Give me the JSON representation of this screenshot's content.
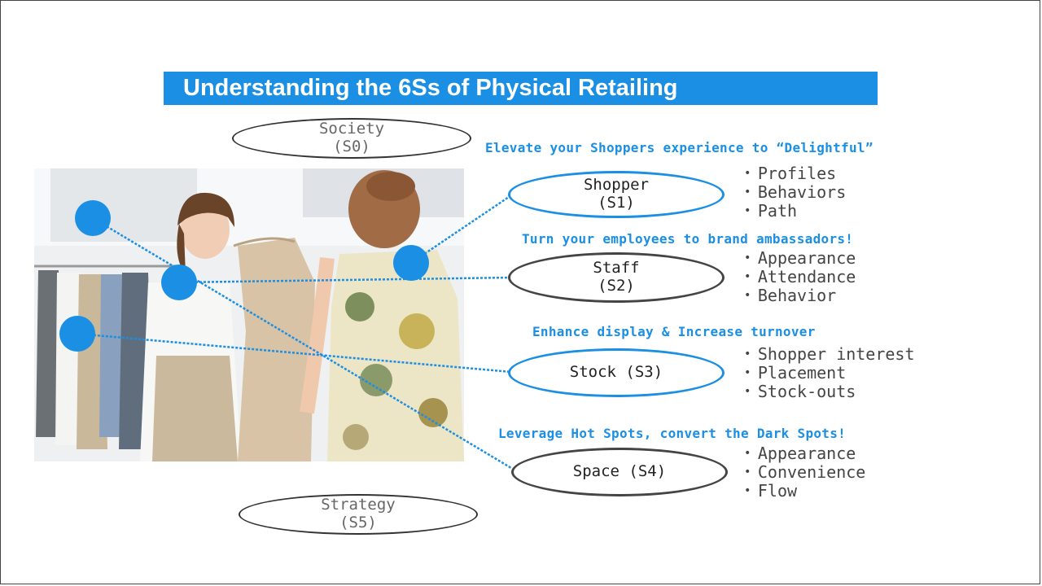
{
  "title": "Understanding the 6Ss of Physical Retailing",
  "society": {
    "name": "Society",
    "code": "(S0)"
  },
  "strategy": {
    "name": "Strategy",
    "code": "(S5)"
  },
  "shopper": {
    "tagline": "Elevate your Shoppers experience to “Delightful”",
    "name": "Shopper",
    "code": "(S1)",
    "bullets": [
      "Profiles",
      "Behaviors",
      "Path"
    ]
  },
  "staff": {
    "tagline": "Turn your employees to brand ambassadors!",
    "name": "Staff",
    "code": "(S2)",
    "bullets": [
      "Appearance",
      "Attendance",
      "Behavior"
    ]
  },
  "stock": {
    "tagline": "Enhance display & Increase turnover",
    "label": "Stock (S3)",
    "bullets": [
      "Shopper interest",
      "Placement",
      "Stock-outs"
    ]
  },
  "space": {
    "tagline": "Leverage Hot Spots, convert the Dark Spots!",
    "label": "Space (S4)",
    "bullets": [
      "Appearance",
      "Convenience",
      "Flow"
    ]
  },
  "colors": {
    "accent": "#1a8fe3",
    "text": "#444444"
  }
}
